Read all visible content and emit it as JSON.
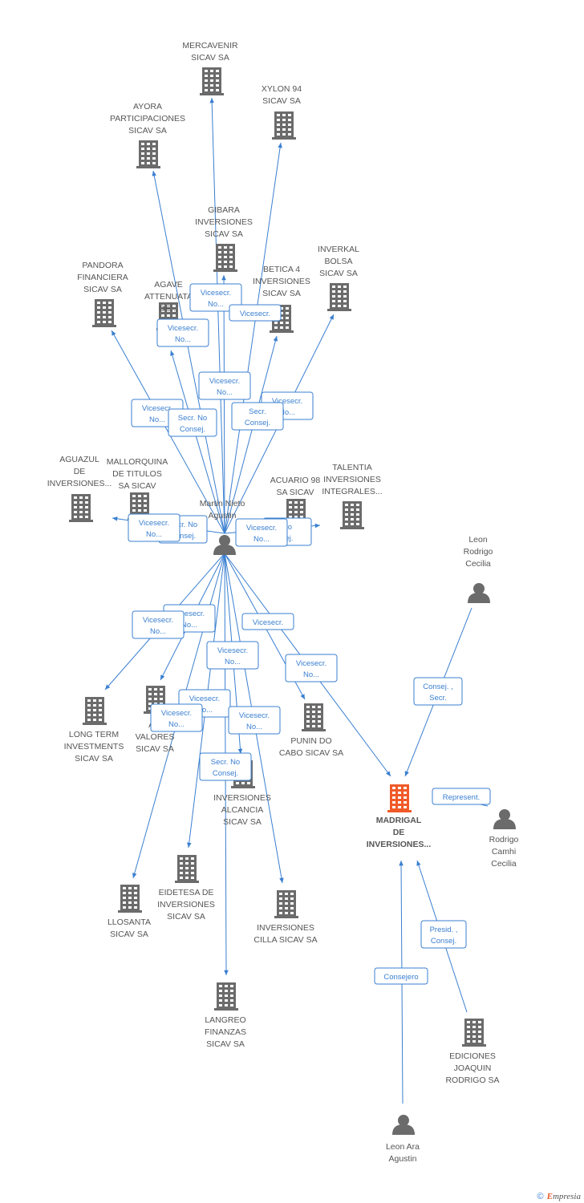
{
  "colors": {
    "edge": "#3a7fd0",
    "node": "#6b6b6b",
    "focus": "#f05a28",
    "role_border": "#3a7fd0"
  },
  "nodes": [
    {
      "id": "mercavenir",
      "type": "company",
      "lines": [
        "MERCAVENIR",
        "SICAV SA"
      ]
    },
    {
      "id": "xylon",
      "type": "company",
      "lines": [
        "XYLON 94",
        "SICAV SA"
      ]
    },
    {
      "id": "ayora",
      "type": "company",
      "lines": [
        "AYORA",
        "PARTICIPACIONES",
        "SICAV SA"
      ]
    },
    {
      "id": "gibara",
      "type": "company",
      "lines": [
        "GIBARA",
        "INVERSIONES",
        "SICAV SA"
      ]
    },
    {
      "id": "inverkal",
      "type": "company",
      "lines": [
        "INVERKAL",
        "BOLSA",
        "SICAV SA"
      ]
    },
    {
      "id": "pandora",
      "type": "company",
      "lines": [
        "PANDORA",
        "FINANCIERA",
        "SICAV SA"
      ]
    },
    {
      "id": "agave",
      "type": "company",
      "lines": [
        "AGAVE",
        "ATTENUATA",
        "DE..."
      ]
    },
    {
      "id": "betica",
      "type": "company",
      "lines": [
        "BETICA 4",
        "INVERSIONES",
        "SICAV SA"
      ]
    },
    {
      "id": "aguazul",
      "type": "company",
      "lines": [
        "AGUAZUL",
        "DE",
        "INVERSIONES..."
      ]
    },
    {
      "id": "mallorquina",
      "type": "company",
      "lines": [
        "MALLORQUINA",
        "DE TITULOS",
        "SA SICAV"
      ]
    },
    {
      "id": "acuario",
      "type": "company",
      "lines": [
        "ACUARIO 98",
        "SA SICAV"
      ]
    },
    {
      "id": "talentia",
      "type": "company",
      "lines": [
        "TALENTIA",
        "INVERSIONES",
        "INTEGRALES..."
      ]
    },
    {
      "id": "martin",
      "type": "person",
      "lines": [
        "Martin Nieto",
        "Agustin"
      ]
    },
    {
      "id": "leon_rodrigo",
      "type": "person",
      "lines": [
        "Leon",
        "Rodrigo",
        "Cecilia"
      ]
    },
    {
      "id": "longterm",
      "type": "company",
      "lines": [
        "LONG TERM",
        "INVESTMENTS",
        "SICAV SA"
      ]
    },
    {
      "id": "amvalores",
      "type": "company",
      "lines": [
        "AM",
        "VALORES",
        "SICAV SA"
      ]
    },
    {
      "id": "punin",
      "type": "company",
      "lines": [
        "PUNIN DO",
        "CABO SICAV SA"
      ]
    },
    {
      "id": "alcancia",
      "type": "company",
      "lines": [
        "INVERSIONES",
        "ALCANCIA",
        "SICAV SA"
      ]
    },
    {
      "id": "madrigal",
      "type": "focus",
      "lines": [
        "MADRIGAL",
        "DE",
        "INVERSIONES..."
      ]
    },
    {
      "id": "rodrigo_camhi",
      "type": "person",
      "lines": [
        "Rodrigo",
        "Camhi",
        "Cecilia"
      ]
    },
    {
      "id": "eidetesa",
      "type": "company",
      "lines": [
        "EIDETESA DE",
        "INVERSIONES",
        "SICAV SA"
      ]
    },
    {
      "id": "llosanta",
      "type": "company",
      "lines": [
        "LLOSANTA",
        "SICAV SA"
      ]
    },
    {
      "id": "cilla",
      "type": "company",
      "lines": [
        "INVERSIONES",
        "CILLA SICAV SA"
      ]
    },
    {
      "id": "langreo",
      "type": "company",
      "lines": [
        "LANGREO",
        "FINANZAS",
        "SICAV SA"
      ]
    },
    {
      "id": "ediciones",
      "type": "company",
      "lines": [
        "EDICIONES",
        "JOAQUIN",
        "RODRIGO SA"
      ]
    },
    {
      "id": "leon_ara",
      "type": "person",
      "lines": [
        "Leon Ara",
        "Agustin"
      ]
    }
  ],
  "edges": [
    {
      "from": "martin",
      "to": "mercavenir"
    },
    {
      "from": "martin",
      "to": "xylon"
    },
    {
      "from": "martin",
      "to": "ayora"
    },
    {
      "from": "martin",
      "to": "gibara"
    },
    {
      "from": "martin",
      "to": "inverkal"
    },
    {
      "from": "martin",
      "to": "pandora"
    },
    {
      "from": "martin",
      "to": "agave"
    },
    {
      "from": "martin",
      "to": "betica"
    },
    {
      "from": "martin",
      "to": "aguazul"
    },
    {
      "from": "martin",
      "to": "talentia"
    },
    {
      "from": "martin",
      "to": "longterm"
    },
    {
      "from": "martin",
      "to": "amvalores"
    },
    {
      "from": "martin",
      "to": "punin"
    },
    {
      "from": "martin",
      "to": "madrigal"
    },
    {
      "from": "martin",
      "to": "eidetesa"
    },
    {
      "from": "martin",
      "to": "llosanta"
    },
    {
      "from": "martin",
      "to": "cilla"
    },
    {
      "from": "martin",
      "to": "langreo"
    },
    {
      "from": "martin",
      "to": "alcancia"
    },
    {
      "from": "leon_rodrigo",
      "to": "madrigal"
    },
    {
      "from": "rodrigo_camhi",
      "to": "madrigal"
    },
    {
      "from": "ediciones",
      "to": "madrigal"
    },
    {
      "from": "leon_ara",
      "to": "madrigal"
    }
  ],
  "roles": [
    {
      "id": "r_gibara",
      "lines": [
        "Vicesecr.",
        "No..."
      ]
    },
    {
      "id": "r_xylon",
      "lines": [
        "Vicesecr."
      ]
    },
    {
      "id": "r_agave",
      "lines": [
        "Vicesecr.",
        "No..."
      ]
    },
    {
      "id": "r_mercavenir",
      "lines": [
        "Vicesecr.",
        "No..."
      ]
    },
    {
      "id": "r_inverkal",
      "lines": [
        "Vicesecr.",
        "No..."
      ]
    },
    {
      "id": "r_betica",
      "lines": [
        "Secr.",
        "Consej."
      ]
    },
    {
      "id": "r_pandora",
      "lines": [
        "Vicesecr.",
        "No..."
      ]
    },
    {
      "id": "r_ayora",
      "lines": [
        "Secr.  No",
        "Consej."
      ]
    },
    {
      "id": "r_mallorquina",
      "lines": [
        "Secr.  No",
        "Consej."
      ]
    },
    {
      "id": "r_aguazul",
      "lines": [
        "Vicesecr.",
        "No..."
      ]
    },
    {
      "id": "r_acuario",
      "lines": [
        "No",
        "sej."
      ]
    },
    {
      "id": "r_talentia",
      "lines": [
        "Vicesecr.",
        "No..."
      ]
    },
    {
      "id": "r_amvalores",
      "lines": [
        "Vicesecr.",
        "No..."
      ]
    },
    {
      "id": "r_longterm",
      "lines": [
        "Vicesecr.",
        "No..."
      ]
    },
    {
      "id": "r_madrigal_m",
      "lines": [
        "Vicesecr."
      ]
    },
    {
      "id": "r_eidetesa",
      "lines": [
        "Vicesecr.",
        "No..."
      ]
    },
    {
      "id": "r_punin",
      "lines": [
        "Vicesecr.",
        "No..."
      ]
    },
    {
      "id": "r_llosanta",
      "lines": [
        "Vicesecr.",
        "No..."
      ]
    },
    {
      "id": "r_langreo",
      "lines": [
        "Vicesecr.",
        "No..."
      ]
    },
    {
      "id": "r_cilla",
      "lines": [
        "Vicesecr.",
        "No..."
      ]
    },
    {
      "id": "r_alcancia",
      "lines": [
        "Secr.  No",
        "Consej."
      ]
    },
    {
      "id": "r_leonrodrigo",
      "lines": [
        "Consej. ,",
        "Secr."
      ]
    },
    {
      "id": "r_camhi",
      "lines": [
        "Represent."
      ]
    },
    {
      "id": "r_ediciones",
      "lines": [
        "Presid. ,",
        "Consej."
      ]
    },
    {
      "id": "r_leonara",
      "lines": [
        "Consejero"
      ]
    }
  ],
  "footer": {
    "copyright": "©",
    "brand_first": "E",
    "brand_rest": "mpresia"
  }
}
